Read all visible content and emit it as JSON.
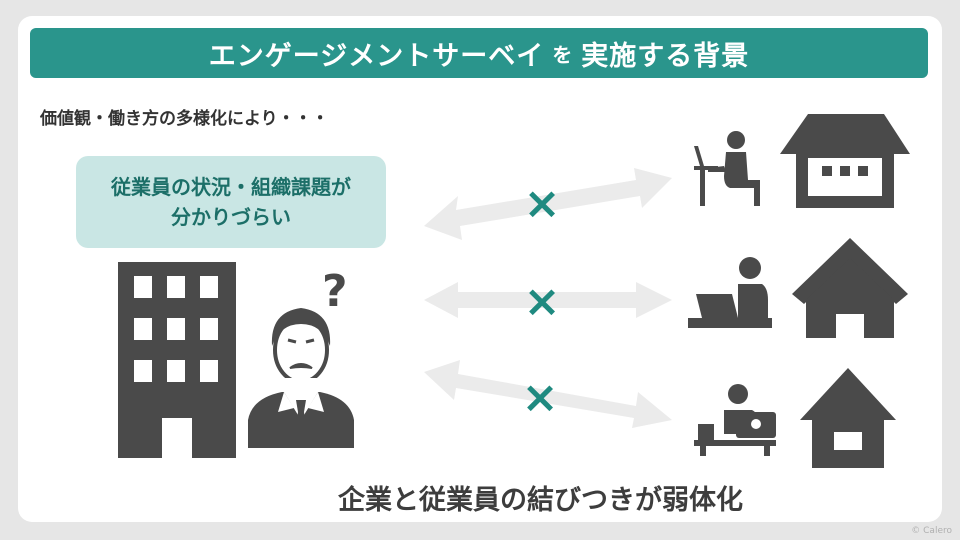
{
  "title": {
    "part1": "エンゲージメントサーベイ",
    "wo": "を",
    "part2": "実施する背景"
  },
  "subtitle": "価値観・働き方の多様化により・・・",
  "bubble": {
    "line1": "従業員の状況・組織課題が",
    "line2": "分かりづらい"
  },
  "question_mark": "?",
  "connections": [
    {
      "status": "×",
      "status_icon": "cross-icon"
    },
    {
      "status": "×",
      "status_icon": "cross-icon"
    },
    {
      "status": "×",
      "status_icon": "cross-icon"
    }
  ],
  "workers": [
    {
      "icon": "person-at-desk-icon"
    },
    {
      "icon": "person-with-laptop-icon"
    },
    {
      "icon": "person-at-cafe-laptop-icon"
    }
  ],
  "homes": [
    {
      "icon": "building-icon"
    },
    {
      "icon": "house-icon"
    },
    {
      "icon": "small-house-icon"
    }
  ],
  "bottom_caption": "企業と従業員の結びつきが弱体化",
  "watermark": "© Calero",
  "colors": {
    "accent": "#2a958c",
    "bubble_bg": "#c9e6e4",
    "icon_gray": "#4a4a4a",
    "arrow_gray": "#ebebeb",
    "cross": "#1f8a80"
  }
}
